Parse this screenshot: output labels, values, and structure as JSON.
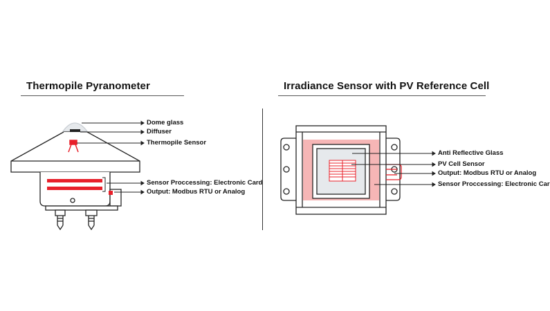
{
  "panels": [
    {
      "title": "Thermopile Pyranometer",
      "labels": [
        "Dome glass",
        "Diffuser",
        "Thermopile Sensor",
        "Sensor Proccessing: Electronic Card",
        "Output: Modbus RTU or Analog"
      ]
    },
    {
      "title": "Irradiance Sensor with PV Reference Cell",
      "labels": [
        "Anti Reflective Glass",
        "PV Cell Sensor",
        "Output: Modbus RTU or Analog",
        "Sensor Proccessing: Electronic Card"
      ]
    }
  ],
  "colors": {
    "accent": "#e8202a",
    "accent_light": "#f6b6b6",
    "stroke": "#222222",
    "glass": "#e6e9ec"
  }
}
